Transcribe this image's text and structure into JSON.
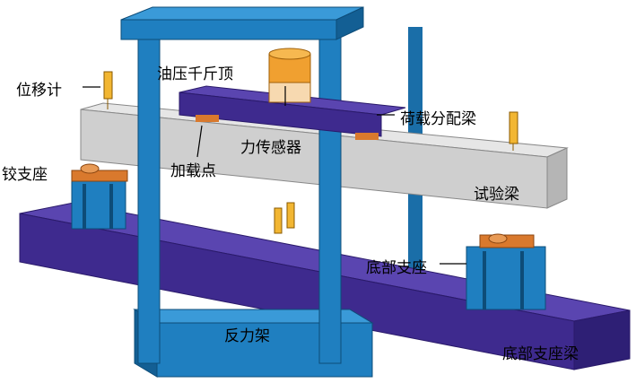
{
  "labels": {
    "displacement_gauge": "位移计",
    "hydraulic_jack": "油压千斤顶",
    "load_distribution_beam": "荷载分配梁",
    "load_cell": "力传感器",
    "loading_point": "加载点",
    "hinge_support": "铰支座",
    "test_beam": "试验梁",
    "bottom_support": "底部支座",
    "reaction_frame": "反力架",
    "bottom_support_beam": "底部支座梁"
  },
  "colors": {
    "frame": "#1f7fc0",
    "frame_dark": "#135f94",
    "bottom_beam": "#3e2a8e",
    "test_beam": "#cfcfcf",
    "jack": "#f0a030",
    "support": "#d9792d",
    "gauge": "#f2b632"
  }
}
